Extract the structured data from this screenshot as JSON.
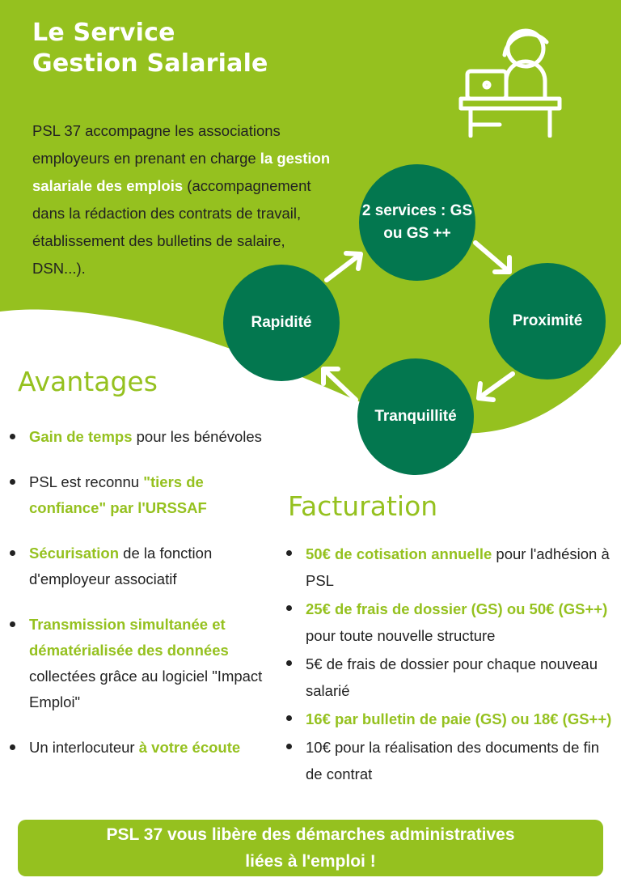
{
  "header": {
    "title_line1": "Le Service",
    "title_line2": "Gestion Salariale"
  },
  "intro": {
    "text_before": "PSL 37 accompagne les associations employeurs en prenant en charge ",
    "highlight": "la gestion salariale des emplois",
    "text_after": " (accompagnement dans la rédaction des contrats de travail, établissement des bulletins de salaire, DSN...)."
  },
  "cycle": {
    "top": "2 services : GS ou GS ++",
    "right": "Proximité",
    "bottom": "Tranquillité",
    "left": "Rapidité"
  },
  "avantages": {
    "title": "Avantages",
    "items": [
      {
        "bold": "Gain de temps",
        "rest": " pour les bénévoles"
      },
      {
        "pre": "PSL est reconnu ",
        "bold": "\"tiers de confiance\" par l'URSSAF"
      },
      {
        "bold": "Sécurisation",
        "rest": " de la fonction d'employeur associatif"
      },
      {
        "bold": "Transmission simultanée et dématérialisée des données",
        "rest": " collectées grâce au logiciel \"Impact Emploi\""
      },
      {
        "pre": "Un interlocuteur ",
        "bold": "à votre écoute"
      }
    ]
  },
  "facturation": {
    "title": "Facturation",
    "items": [
      {
        "bold": "50€ de cotisation annuelle",
        "rest": " pour l'adhésion à PSL"
      },
      {
        "bold": "25€ de frais de dossier (GS) ou 50€ (GS++)",
        "rest": " pour toute nouvelle structure"
      },
      {
        "rest": "5€ de frais de dossier pour chaque nouveau salarié"
      },
      {
        "bold": "16€ par bulletin de paie (GS) ou 18€ (GS++)"
      },
      {
        "rest": "10€ pour la réalisation des documents de fin de contrat"
      }
    ]
  },
  "banner": {
    "line1": "PSL 37 vous libère des démarches administratives",
    "line2": "liées à l'emploi !"
  },
  "colors": {
    "brand_green": "#95c11f",
    "dark_green": "#03774f",
    "text": "#222222"
  },
  "icons": [
    "desk-worker-icon",
    "arrow-icon"
  ]
}
